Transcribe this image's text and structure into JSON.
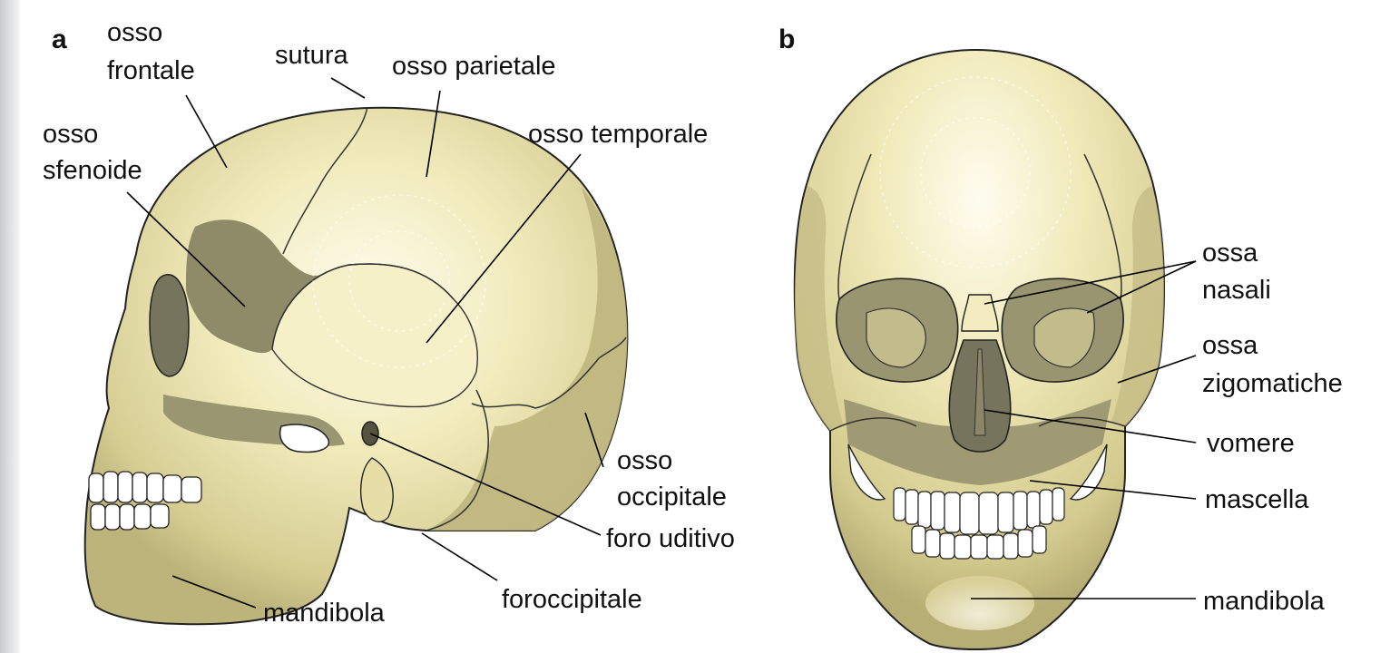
{
  "panels": {
    "a": "a",
    "b": "b"
  },
  "lateral_labels": {
    "frontal_l1": "osso",
    "frontal_l2": "frontale",
    "suture": "sutura",
    "parietal": "osso parietale",
    "sphenoid_l1": "osso",
    "sphenoid_l2": "sfenoide",
    "temporal": "osso temporale",
    "occipital_l1": "osso",
    "occipital_l2": "occipitale",
    "auditory": "foro uditivo",
    "foramen": "foroccipitale",
    "mandible": "mandibola"
  },
  "frontal_labels": {
    "nasal_l1": "ossa",
    "nasal_l2": "nasali",
    "zygomatic_l1": "ossa",
    "zygomatic_l2": "zigomatiche",
    "vomer": "vomere",
    "maxilla": "mascella",
    "mandible": "mandibola"
  },
  "colors": {
    "bone_light": "#fbf7d8",
    "bone_mid": "#e8e0a8",
    "bone_shade": "#c9c08a",
    "bone_dark": "#8e8a6a",
    "cavity": "#6f6e5a",
    "teeth": "#ffffff",
    "edge_strip": "#d7d9da"
  }
}
